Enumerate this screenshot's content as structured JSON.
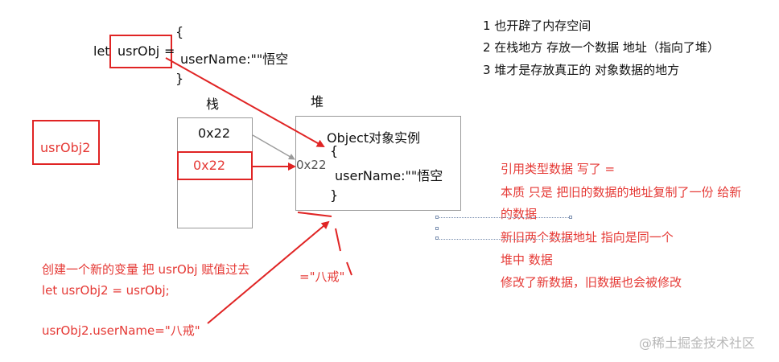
{
  "code_top": {
    "let_keyword": "let",
    "var_name": "usrObj",
    "equals": "=",
    "open_brace": "{",
    "property": "userName:\"\"悟空",
    "close_brace": "}"
  },
  "stack": {
    "label": "栈",
    "address_1": "0x22",
    "address_2": "0x22"
  },
  "heap": {
    "label": "堆",
    "title": "Object对象实例",
    "address": "0x22",
    "open_brace": "{",
    "property": "userName:\"\"悟空",
    "close_brace": "}"
  },
  "standalone_var": "usrObj2",
  "notes_top": [
    "1 也开辟了内存空间",
    "2 在栈地方 存放一个数据 地址（指向了堆）",
    "3 堆才是存放真正的 对象数据的地方"
  ],
  "notes_right": [
    "引用类型数据   写了 =",
    "本质 只是 把旧的数据的地址复制了一份 给新",
    "的数据",
    "新旧两个数据地址 指向是同一个",
    "堆中 数据",
    "修改了新数据，旧数据也会被修改"
  ],
  "notes_bottom": {
    "line1": "创建一个新的变量 把  usrObj 赋值过去",
    "line2": "let usrObj2 =  usrObj;",
    "assign": "usrObj2.userName=\"八戒\"",
    "new_value": "=\"八戒\""
  },
  "watermark": "@稀土掘金技术社区",
  "colors": {
    "annotation_red": "#e53935",
    "box_border_gray": "#9a9a9a",
    "arrow_red": "#e02424"
  }
}
